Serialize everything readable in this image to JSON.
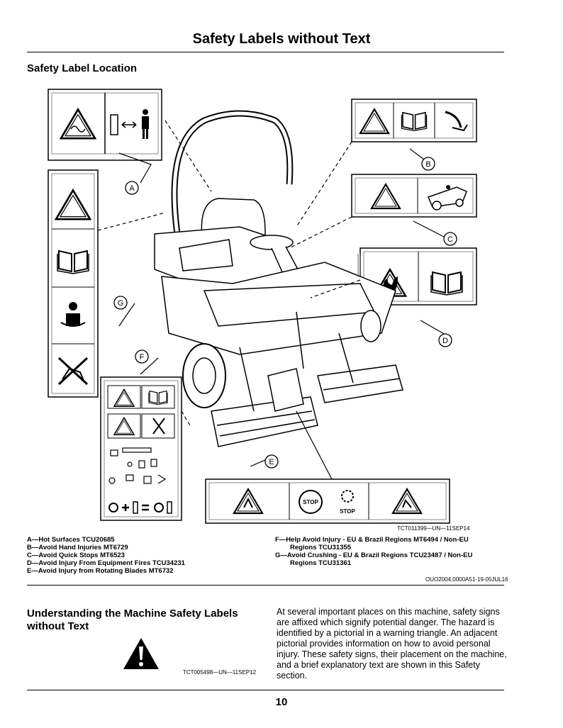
{
  "page": {
    "title": "Safety Labels without Text",
    "section_heading": "Safety Label Location",
    "page_number": "10"
  },
  "figure": {
    "id": "TCT011399—UN—11SEP14",
    "callouts": [
      "A",
      "B",
      "C",
      "D",
      "E",
      "F",
      "G"
    ],
    "stop_label": "STOP",
    "colors": {
      "ink": "#000000",
      "paper": "#ffffff",
      "label_gray": "#bbbbbb"
    }
  },
  "caption": {
    "left": [
      "A—Hot Surfaces TCU20685",
      "B—Avoid Hand Injuries MT6729",
      "C—Avoid Quick Stops MT6523",
      "D—Avoid Injury From Equipment Fires TCU34231",
      "E—Avoid Injury from Rotating Blades MT6732"
    ],
    "right": [
      "F—Help Avoid Injury - EU & Brazil Regions MT6494 / Non-EU",
      "Regions TCU31355",
      "G—Avoid Crushing - EU & Brazil Regions TCU23487 / Non-EU",
      "Regions TCU31361"
    ],
    "ref": "OUO2004,0000A51-19-05JUL16"
  },
  "understanding": {
    "heading": "Understanding the Machine Safety Labels without Text",
    "icon_id": "TCT005498—UN—11SEP12",
    "body": "At several important places on this machine, safety signs are affixed which signify potential danger. The hazard is identified by a pictorial in a warning triangle. An adjacent pictorial provides information on how to avoid personal injury. These safety signs, their placement on the machine, and a brief explanatory text are shown in this Safety section."
  }
}
